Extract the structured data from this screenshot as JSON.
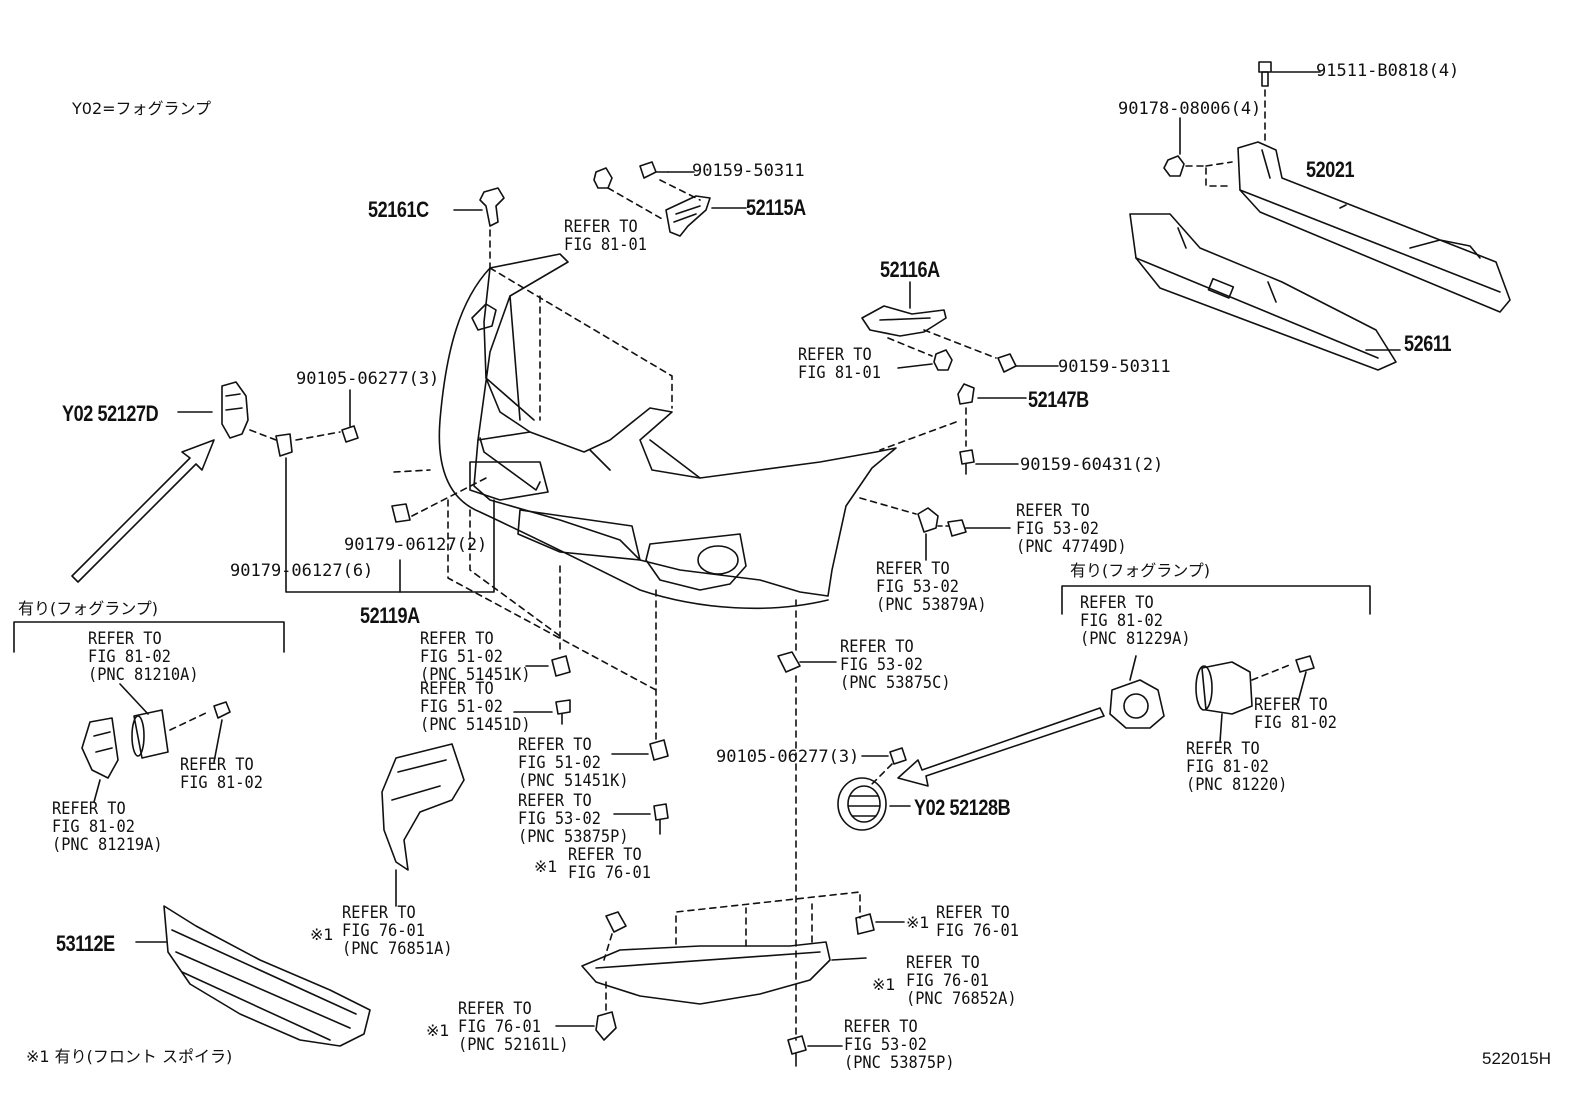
{
  "legend_top": "Y02=フォグランプ",
  "footnote": "※1 有り(フロント スポイラ)",
  "figure_code": "522015H",
  "fog_group_label": "有り(フォグランプ)",
  "parts": {
    "p91511": "91511-B0818(4)",
    "p90178": "90178-08006(4)",
    "p52021": "52021",
    "p52611": "52611",
    "p52161c": "52161C",
    "p90159a": "90159-50311",
    "p52115a": "52115A",
    "p52116a": "52116A",
    "p90159b": "90159-50311",
    "p52147b": "52147B",
    "p90159c": "90159-60431(2)",
    "p90105a": "90105-06277(3)",
    "p52127d": "Y02 52127D",
    "p90179a": "90179-06127(2)",
    "p90179b": "90179-06127(6)",
    "p52119a": "52119A",
    "p90105b": "90105-06277(3)",
    "p52128b": "Y02 52128B",
    "p53112e": "53112E",
    "mark1": "※1",
    "mark2": "※1",
    "mark3": "※1",
    "mark4": "※1",
    "mark5": "※1"
  },
  "refs": {
    "r_81_01_top": [
      "REFER TO",
      "FIG 81-01"
    ],
    "r_81_01_mid": [
      "REFER TO",
      "FIG 81-01"
    ],
    "r_53_02_47749d": [
      "REFER TO",
      "FIG 53-02",
      "(PNC 47749D)"
    ],
    "r_53_02_53879a": [
      "REFER TO",
      "FIG 53-02",
      "(PNC 53879A)"
    ],
    "r_81_02_81229a": [
      "REFER TO",
      "FIG 81-02",
      "(PNC 81229A)"
    ],
    "r_81_02_right_bolt": [
      "REFER TO",
      "FIG 81-02"
    ],
    "r_81_02_81220": [
      "REFER TO",
      "FIG 81-02",
      "(PNC 81220)"
    ],
    "r_81_02_81210a": [
      "REFER TO",
      "FIG 81-02",
      "(PNC 81210A)"
    ],
    "r_81_02_left_bolt": [
      "REFER TO",
      "FIG 81-02"
    ],
    "r_81_02_81219a": [
      "REFER TO",
      "FIG 81-02",
      "(PNC 81219A)"
    ],
    "r_51_02_51451k_a": [
      "REFER TO",
      "FIG 51-02",
      "(PNC 51451K)"
    ],
    "r_51_02_51451d": [
      "REFER TO",
      "FIG 51-02",
      "(PNC 51451D)"
    ],
    "r_53_02_53875c": [
      "REFER TO",
      "FIG 53-02",
      "(PNC 53875C)"
    ],
    "r_51_02_51451k_b": [
      "REFER TO",
      "FIG 51-02",
      "(PNC 51451K)"
    ],
    "r_53_02_53875p_a": [
      "REFER TO",
      "FIG 53-02",
      "(PNC 53875P)"
    ],
    "r_76_01_a": [
      "REFER TO",
      "FIG 76-01"
    ],
    "r_76_01_76851a": [
      "REFER TO",
      "FIG 76-01",
      "(PNC 76851A)"
    ],
    "r_76_01_right": [
      "REFER TO",
      "FIG 76-01"
    ],
    "r_76_01_76852a": [
      "REFER TO",
      "FIG 76-01",
      "(PNC 76852A)"
    ],
    "r_76_01_52161l": [
      "REFER TO",
      "FIG 76-01",
      "(PNC 52161L)"
    ],
    "r_53_02_53875p_b": [
      "REFER TO",
      "FIG 53-02",
      "(PNC 53875P)"
    ]
  }
}
